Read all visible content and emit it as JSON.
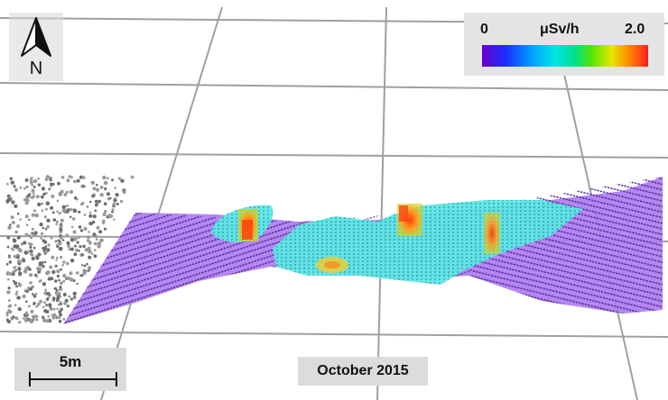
{
  "north_arrow": {
    "label": "N",
    "icon": "north-arrow-icon"
  },
  "legend": {
    "min": "0",
    "unit": "μSv/h",
    "max": "2.0",
    "gradient_colors": [
      "#6a00c8",
      "#1d2bff",
      "#00a0ff",
      "#00e6e6",
      "#00e08a",
      "#55e600",
      "#e6e600",
      "#ff8c00",
      "#ff1e1e"
    ]
  },
  "scale_bar": {
    "label": "5m"
  },
  "date_label": "October 2015",
  "colors": {
    "low_dose": "#a468f0",
    "mid_dose": "#5ee6e6",
    "hot_spot": "#ff5a1e",
    "point_cloud": "#7a7a7a"
  }
}
